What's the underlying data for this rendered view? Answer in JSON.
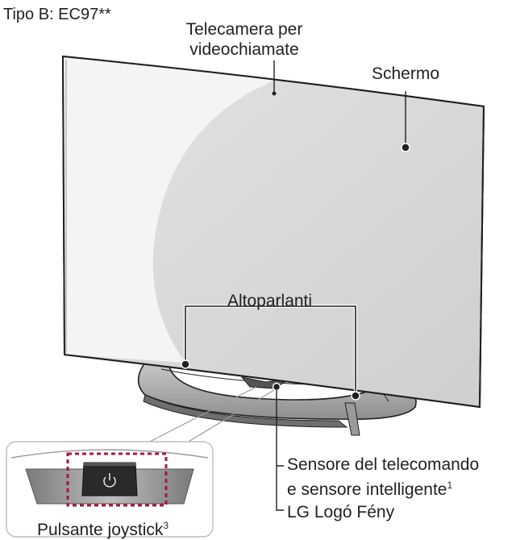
{
  "title": "Tipo B: EC97**",
  "labels": {
    "camera_line1": "Telecamera per",
    "camera_line2": "videochiamate",
    "screen": "Schermo",
    "speakers": "Altoparlanti",
    "sensor_line1": "Sensore del telecomando",
    "sensor_line2": "e sensore intelligente",
    "sensor_footnote": "1",
    "logo_light": "LG Logó Fény",
    "joystick": "Pulsante joystick",
    "joystick_footnote": "3"
  },
  "colors": {
    "outline": "#231f20",
    "screen_fill": "#d9d9d9",
    "screen_highlight": "#f4f4f4",
    "stand": "#bfbfbf",
    "joystick_highlight": "#a6193c",
    "callout_line": "#9a9a9a"
  },
  "icons": [
    "power-icon"
  ]
}
